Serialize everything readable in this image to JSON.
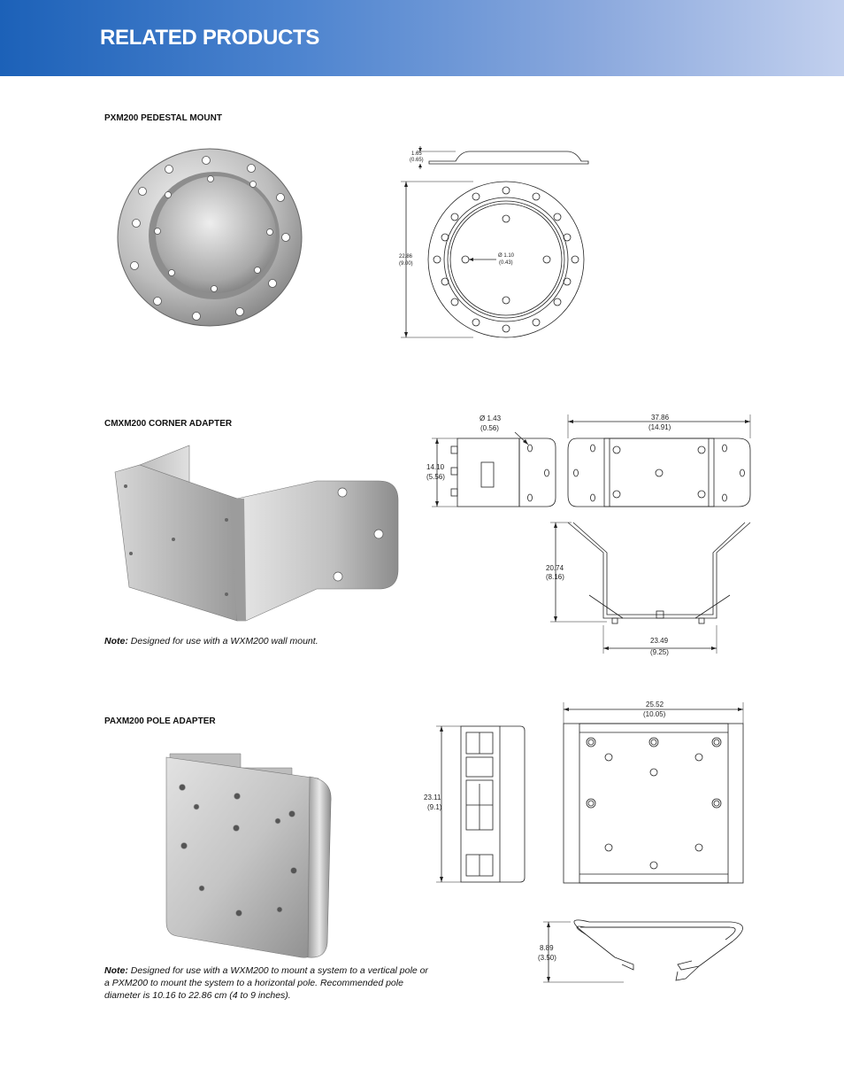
{
  "header": {
    "title": "RELATED PRODUCTS"
  },
  "pedestal": {
    "title": "PXM200 PEDESTAL MOUNT",
    "dims": {
      "height": "1.65",
      "height_in": "(0.65)",
      "diameter": "22.86",
      "diameter_in": "(9.00)",
      "hole": "Ø 1.10",
      "hole_in": "(0.43)"
    }
  },
  "corner": {
    "title": "CMXM200 CORNER ADAPTER",
    "note_label": "Note:",
    "note_text": " Designed for use with a WXM200 wall mount.",
    "dims": {
      "hole": "Ø 1.43",
      "hole_in": "(0.56)",
      "width": "37.86",
      "width_in": "(14.91)",
      "height": "14.10",
      "height_in": "(5.56)",
      "depth": "20.74",
      "depth_in": "(8.16)",
      "base": "23.49",
      "base_in": "(9.25)"
    }
  },
  "pole": {
    "title": "PAXM200 POLE ADAPTER",
    "note_label": "Note:",
    "note_text": " Designed for use with a WXM200 to mount a system to a vertical pole or a PXM200 to mount the system to a horizontal pole. Recommended pole diameter is 10.16 to 22.86 cm (4 to 9 inches).",
    "dims": {
      "width": "25.52",
      "width_in": "(10.05)",
      "height": "23.11",
      "height_in": "(9.1)",
      "depth": "8.89",
      "depth_in": "(3.50)"
    }
  }
}
